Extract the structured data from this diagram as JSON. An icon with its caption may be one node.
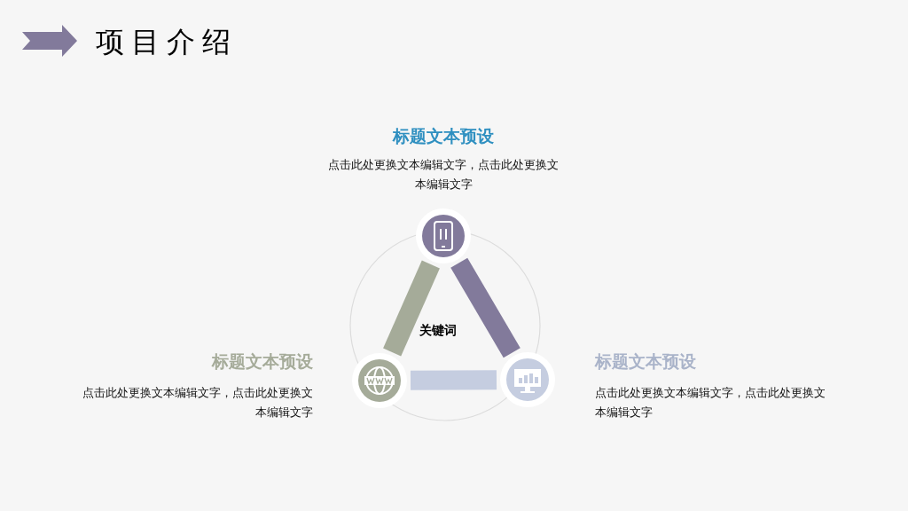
{
  "diagram": {
    "title": "项目介绍",
    "nodes": [
      {
        "text": [],
        "shape": "circle"
      },
      {
        "text": [],
        "shape": "circle"
      },
      {
        "text": [],
        "shape": "circle"
      }
    ],
    "edges": [
      {
        "from": 0,
        "to": 1,
        "arrow": "none",
        "color": "#a5ab99"
      },
      {
        "from": 1,
        "to": 2,
        "arrow": "none",
        "color": "#827a9b"
      },
      {
        "from": 2,
        "to": 0,
        "arrow": "none",
        "color": "#c5cde0"
      }
    ],
    "labels": [
      "标题文本预设",
      "点击此处更换文本编辑文字，点击此处更换文本编辑文字",
      "关键词",
      "标题文本预设",
      "点击此处更换文本编辑文字，点击此处更换文本编辑文字",
      "标题文本预设",
      "点击此处更换文本编辑文字，点击此处更换文本编辑文字"
    ]
  }
}
